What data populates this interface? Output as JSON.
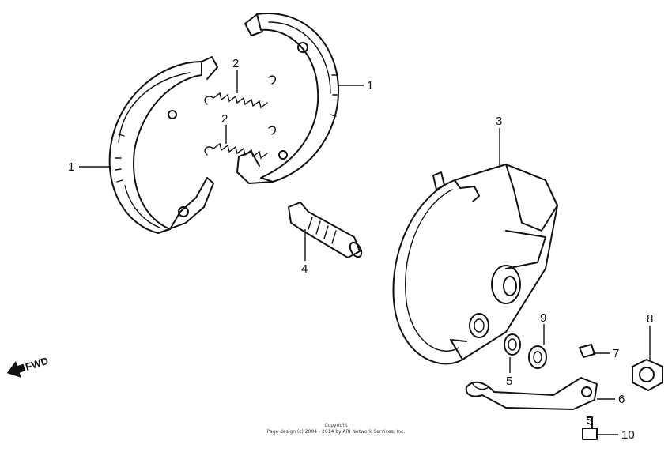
{
  "diagram": {
    "callouts": {
      "shoe_left": "1",
      "shoe_right": "1",
      "spring_top": "2",
      "spring_bottom": "2",
      "brake_panel": "3",
      "cam": "4",
      "seal": "5",
      "arm": "6",
      "indicator": "7",
      "nut": "8",
      "washer": "9",
      "bolt": "10"
    },
    "direction_label": "FWD"
  },
  "footer": {
    "line1": "Copyright",
    "line2": "Page design (c) 2004 - 2014 by ARI Network Services, Inc."
  }
}
